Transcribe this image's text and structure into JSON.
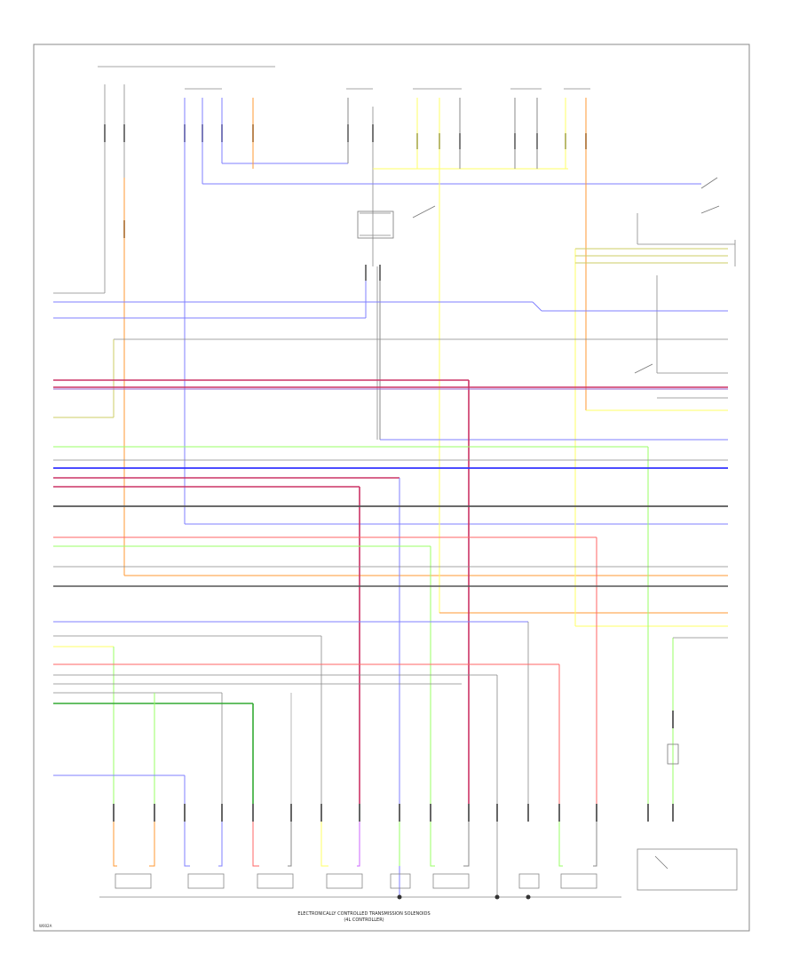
{
  "diagram": {
    "caption_line1": "ELECTRONICALLY CONTROLLED TRANSMISSION SOLENOIDS",
    "caption_line2": "(4L CONTROLLER)",
    "page_code": "W002A"
  },
  "colors": {
    "border": "#777777",
    "wire_blue": "#7f7fff",
    "wire_green": "#99ff66",
    "wire_red": "#ff6666",
    "wire_magenta": "#cc3366",
    "wire_yellow": "#ffff66",
    "wire_orange": "#ff9933",
    "wire_gray": "#888888",
    "wire_dark": "#555555",
    "wire_violet": "#cc66ff"
  }
}
